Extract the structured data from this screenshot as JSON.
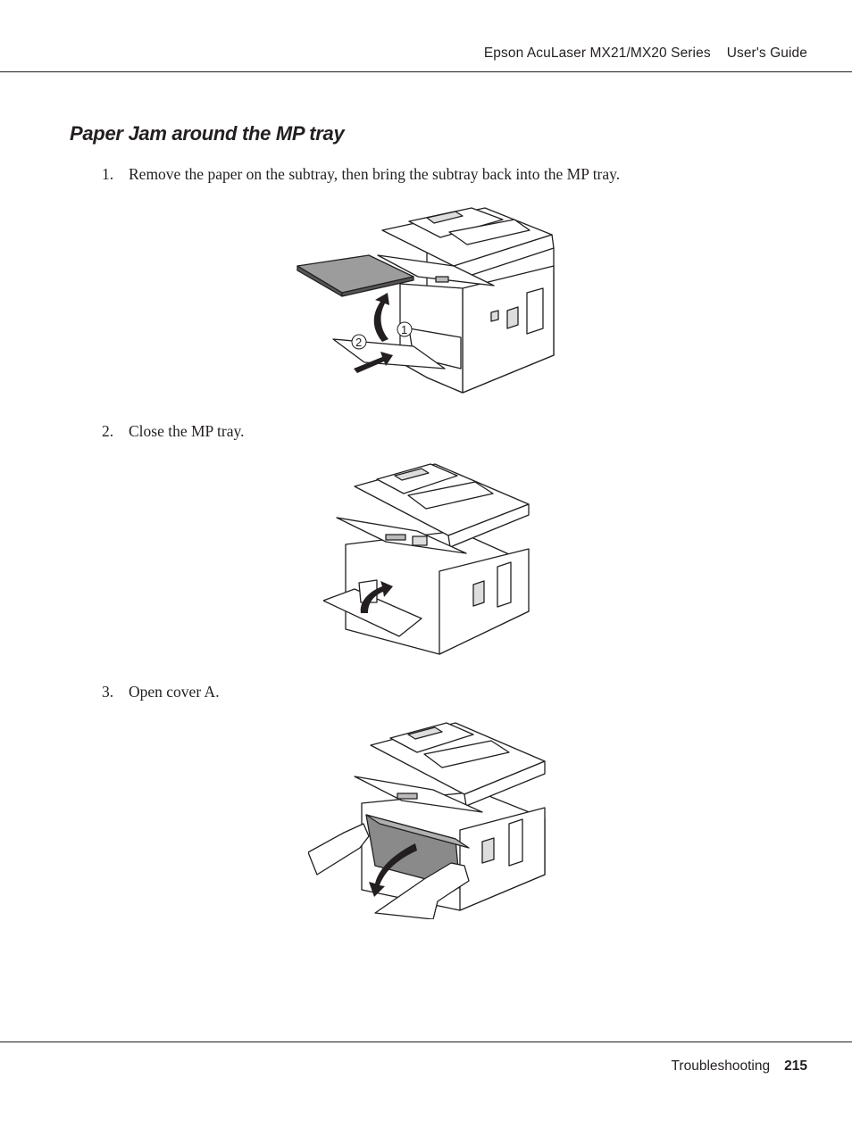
{
  "header": {
    "title": "Epson AcuLaser MX21/MX20 Series",
    "guide": "User's Guide"
  },
  "section": {
    "title": "Paper Jam around the MP tray"
  },
  "steps": [
    {
      "num": "1.",
      "text": "Remove the paper on the subtray, then bring the subtray back into the MP tray.",
      "callouts": [
        "1",
        "2"
      ]
    },
    {
      "num": "2.",
      "text": "Close the MP tray."
    },
    {
      "num": "3.",
      "text": "Open cover A."
    }
  ],
  "footer": {
    "section": "Troubleshooting",
    "page": "215"
  }
}
